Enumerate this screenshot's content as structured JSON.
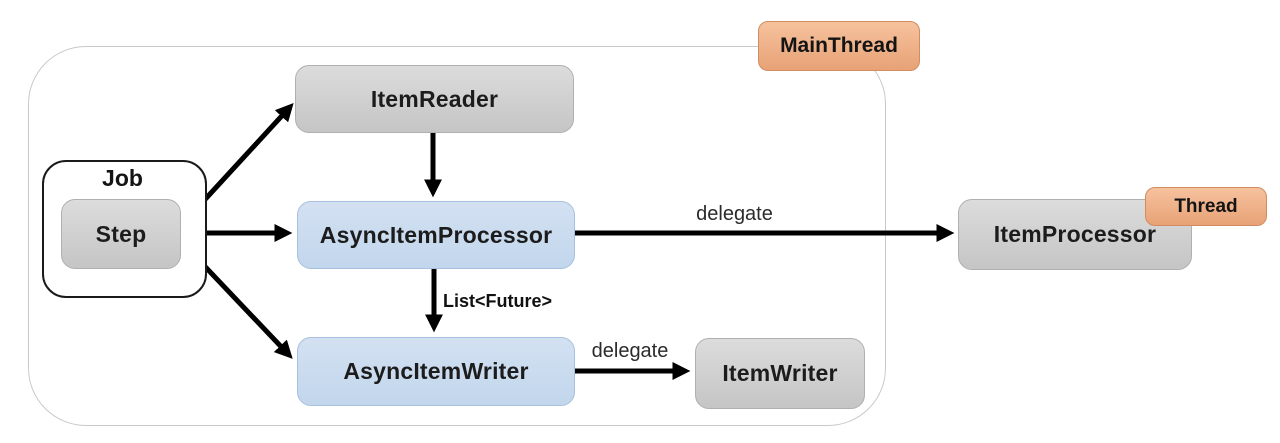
{
  "diagram": {
    "nodes": {
      "job": "Job",
      "step": "Step",
      "item_reader": "ItemReader",
      "async_item_processor": "AsyncItemProcessor",
      "async_item_writer": "AsyncItemWriter",
      "item_writer": "ItemWriter",
      "item_processor": "ItemProcessor"
    },
    "badges": {
      "main_thread": "MainThread",
      "thread": "Thread"
    },
    "edge_labels": {
      "processor_delegate": "delegate",
      "writer_delegate": "delegate",
      "list_future": "List<Future>"
    },
    "colors": {
      "gray_box": "#cfcfcf",
      "blue_box": "#c9dbee",
      "badge_orange": "#edb289",
      "badge_border": "#cf8d61",
      "boundary_border": "#c9c9c9",
      "arrow": "#000000"
    }
  }
}
